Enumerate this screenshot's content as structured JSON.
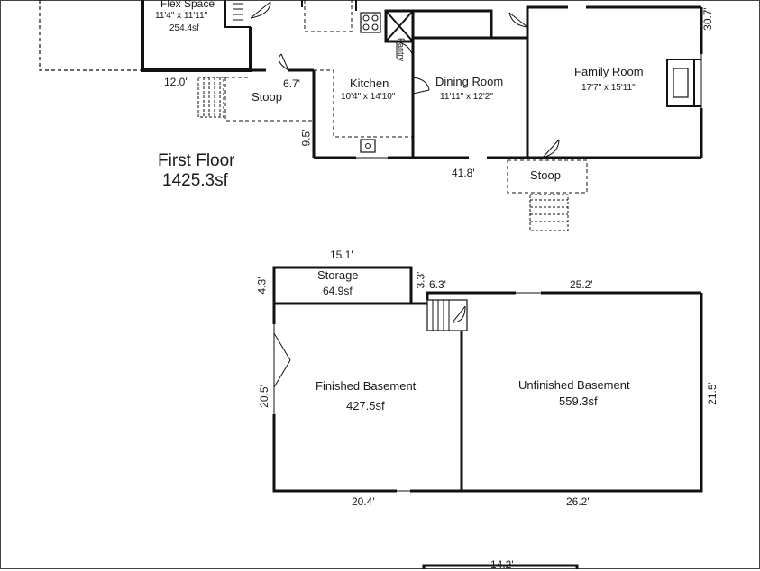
{
  "first_floor": {
    "title": "First Floor",
    "area": "1425.3sf",
    "rooms": {
      "flex_space": {
        "name": "Flex Space",
        "dims": "11'4\" x 11'11\"",
        "area": "254.4sf"
      },
      "kitchen": {
        "name": "Kitchen",
        "dims": "10'4\" x 14'10\""
      },
      "dining_room": {
        "name": "Dining Room",
        "dims": "11'11\" x 12'2\""
      },
      "family_room": {
        "name": "Family Room",
        "dims": "17'7\" x 15'11\""
      },
      "pantry": {
        "name": "Pantry"
      },
      "stoop_left": {
        "name": "Stoop"
      },
      "stoop_bottom": {
        "name": "Stoop"
      }
    },
    "dimensions": {
      "left_width": "12.0'",
      "stoop": "6.7'",
      "kitchen_side": "9.5'",
      "bottom": "41.8'",
      "right": "30.7'"
    }
  },
  "basement": {
    "rooms": {
      "storage": {
        "name": "Storage",
        "area": "64.9sf"
      },
      "finished": {
        "name": "Finished Basement",
        "area": "427.5sf"
      },
      "unfinished": {
        "name": "Unfinished Basement",
        "area": "559.3sf"
      }
    },
    "dimensions": {
      "storage_top": "15.1'",
      "storage_left": "4.3'",
      "storage_right": "3.3'",
      "stair": "6.3'",
      "unfinished_top": "25.2'",
      "left": "20.5'",
      "right": "21.5'",
      "finished_bottom": "20.4'",
      "unfinished_bottom": "26.2'"
    }
  },
  "bottom_partial": {
    "dimension": "14.2'"
  }
}
